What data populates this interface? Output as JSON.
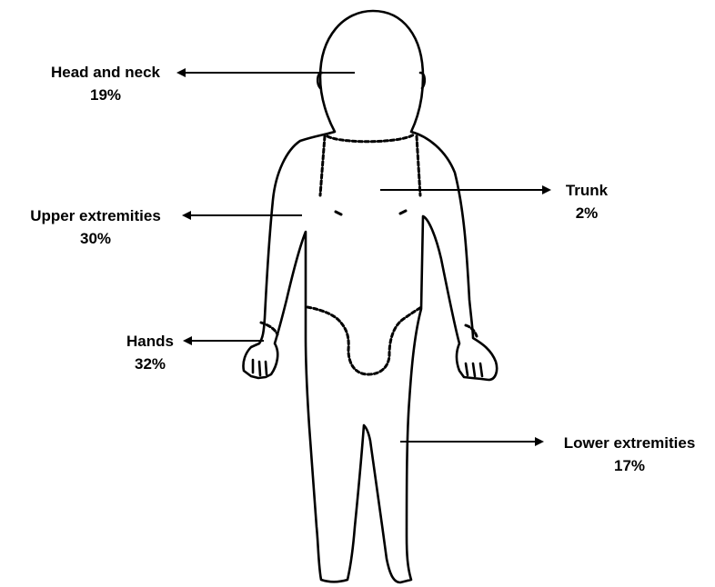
{
  "regions": [
    {
      "name": "Head and neck",
      "percent": "19%"
    },
    {
      "name": "Trunk",
      "percent": "2%"
    },
    {
      "name": "Upper extremities",
      "percent": "30%"
    },
    {
      "name": "Hands",
      "percent": "32%"
    },
    {
      "name": "Lower extremities",
      "percent": "17%"
    }
  ],
  "colors": {
    "outline": "#000000",
    "background": "#ffffff"
  }
}
